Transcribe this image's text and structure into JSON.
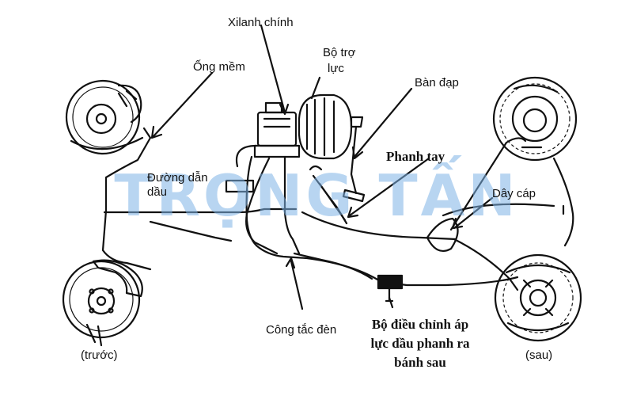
{
  "labels": {
    "master_cylinder": "Xilanh chính",
    "booster": [
      "Bộ trợ",
      "lực"
    ],
    "pedal": "Bàn đạp",
    "flexible_hose": "Ống mềm",
    "parking_brake": "Phanh tay",
    "brake_line": [
      "Đường dẫn",
      "dầu"
    ],
    "cable": "Dây cáp",
    "light_switch": "Công tắc đèn",
    "proportioning_valve": [
      "Bộ điều chỉnh áp",
      "lực dầu phanh ra",
      "bánh sau"
    ],
    "front": "(trước)",
    "rear": "(sau)"
  },
  "watermark": "TRỌNG TẤN",
  "colors": {
    "line": "#111111",
    "watermark": "#7fb3e6",
    "background": "#ffffff"
  }
}
